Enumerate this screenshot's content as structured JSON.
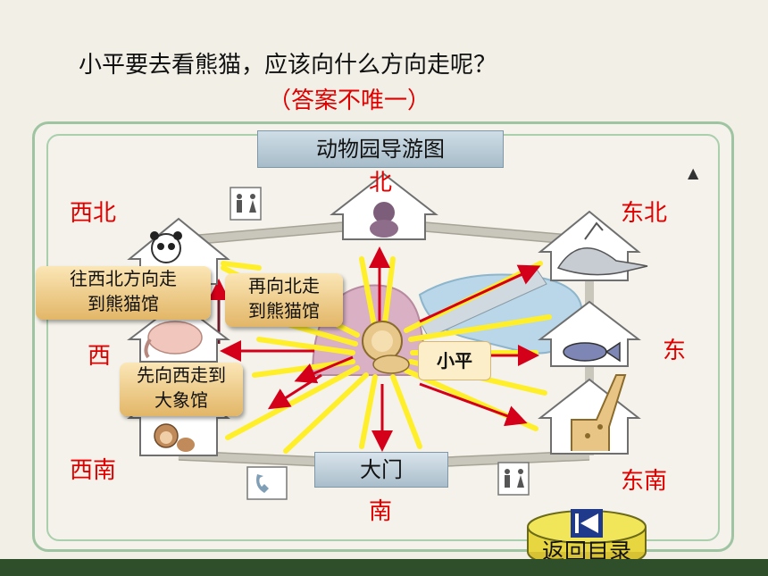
{
  "question": "小平要去看熊猫，应该向什么方向走呢？",
  "hint": "（答案不唯一）",
  "map": {
    "title": "动物园导游图",
    "gate": "大门",
    "center_label": "小平"
  },
  "directions": {
    "north": "北",
    "south": "南",
    "east": "东",
    "west": "西",
    "northeast": "东北",
    "northwest": "西北",
    "southeast": "东南",
    "southwest": "西南"
  },
  "callouts": {
    "northwest_route": [
      "往西北方向走",
      "到熊猫馆"
    ],
    "north_route": [
      "再向北走",
      "到熊猫馆"
    ],
    "west_route": [
      "先向西走到",
      "大象馆"
    ]
  },
  "navigation": {
    "back_label": "返回目录"
  },
  "icons": {
    "houses": [
      "gorilla-icon",
      "panda-icon",
      "bird-icon",
      "elephant-icon",
      "fish-icon",
      "monkey-icon",
      "giraffe-icon",
      "lion-icon"
    ],
    "facilities": [
      "restroom-icon",
      "phone-icon"
    ],
    "controls": [
      "play-triangle-icon",
      "skip-back-icon"
    ]
  },
  "colors": {
    "direction_text": "#e00000",
    "path_yellow": "#ffef2a",
    "arrow_red": "#d4001a",
    "callout_gold": "#e2b667"
  }
}
